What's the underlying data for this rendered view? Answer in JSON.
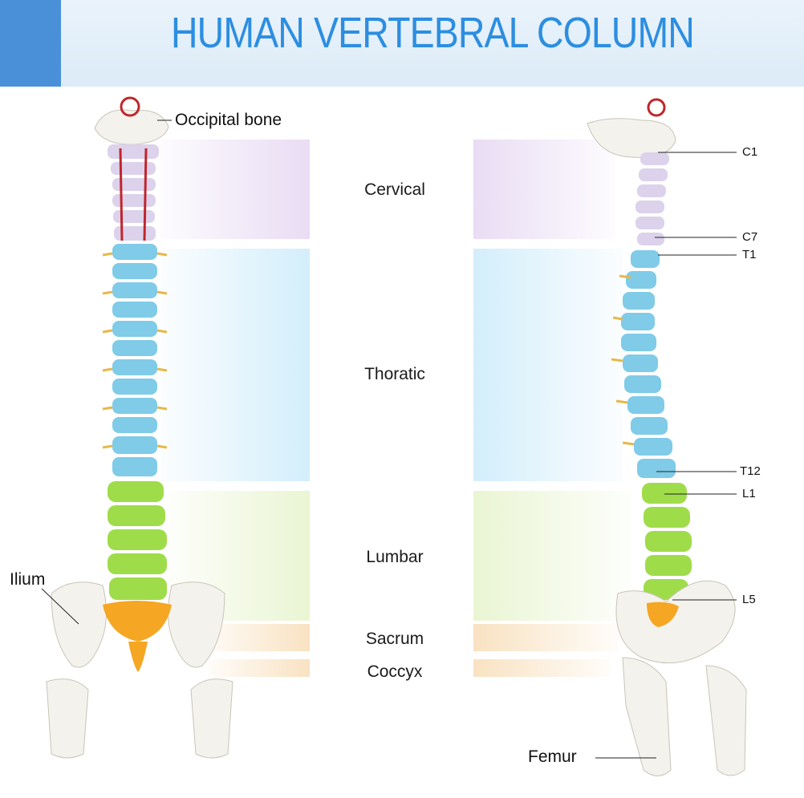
{
  "title": "HUMAN VERTEBRAL COLUMN",
  "regions": {
    "cervical": "Cervical",
    "thoracic": "Thoratic",
    "lumbar": "Lumbar",
    "sacrum": "Sacrum",
    "coccyx": "Coccyx"
  },
  "left_labels": {
    "occipital": "Occipital bone",
    "ilium": "Ilium"
  },
  "right_labels": {
    "c1": "C1",
    "c7": "C7",
    "t1": "T1",
    "t12": "T12",
    "l1": "L1",
    "l5": "L5",
    "femur": "Femur"
  },
  "colors": {
    "title": "#2c8ee0",
    "header_accent": "#4a90d9",
    "cervical": "#dcd2ec",
    "thoracic": "#7fcbe8",
    "lumbar": "#9fdc4a",
    "sacrum": "#f5a623",
    "bone": "#f4f2ec",
    "nerve": "#e8b84a"
  }
}
